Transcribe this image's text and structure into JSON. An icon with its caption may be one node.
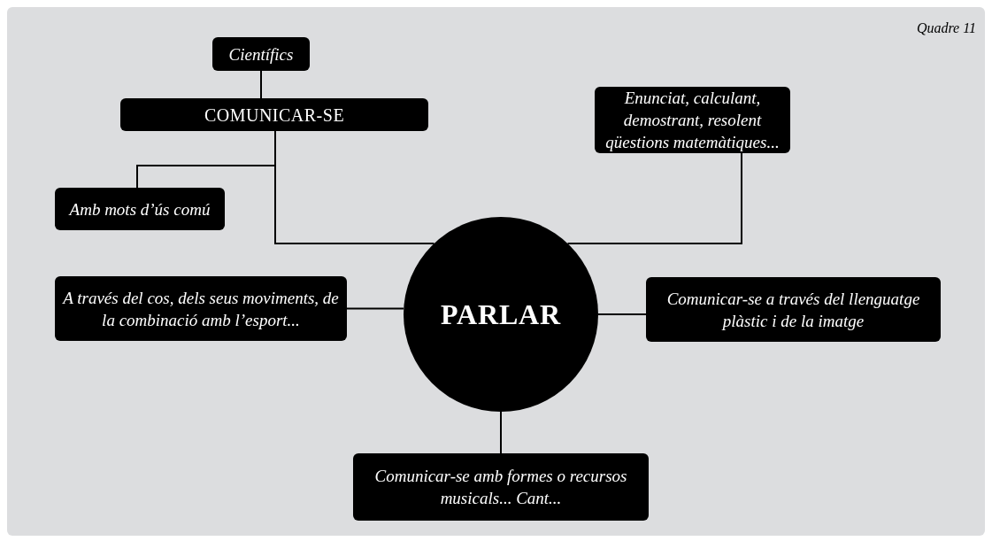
{
  "diagram": {
    "nodes": [
      {
        "text": [
          "Científics"
        ]
      },
      {
        "text": [
          "COMUNICAR-SE"
        ]
      },
      {
        "text": [
          "Amb mots d’ús comú"
        ]
      },
      {
        "text": [
          "Enunciat, calculant, demostrant, resolent qüestions matemàtiques..."
        ]
      },
      {
        "text": [
          "PARLAR"
        ]
      },
      {
        "text": [
          "A través del cos, dels seus moviments, de la combinació amb l’esport..."
        ]
      },
      {
        "text": [
          "Comunicar-se a través del llenguatge plàstic i de la imatge"
        ]
      },
      {
        "text": [
          "Comunicar-se amb formes o recursos musicals... Cant..."
        ]
      }
    ],
    "edges": [
      {
        "from": 0,
        "to": 1,
        "arrow": "none"
      },
      {
        "from": 1,
        "to": 2,
        "arrow": "none"
      },
      {
        "from": 1,
        "to": 4,
        "arrow": "none"
      },
      {
        "from": 3,
        "to": 4,
        "arrow": "none"
      },
      {
        "from": 5,
        "to": 4,
        "arrow": "none"
      },
      {
        "from": 4,
        "to": 6,
        "arrow": "none"
      },
      {
        "from": 4,
        "to": 7,
        "arrow": "none"
      }
    ],
    "labels": [
      "Quadre 11"
    ]
  }
}
